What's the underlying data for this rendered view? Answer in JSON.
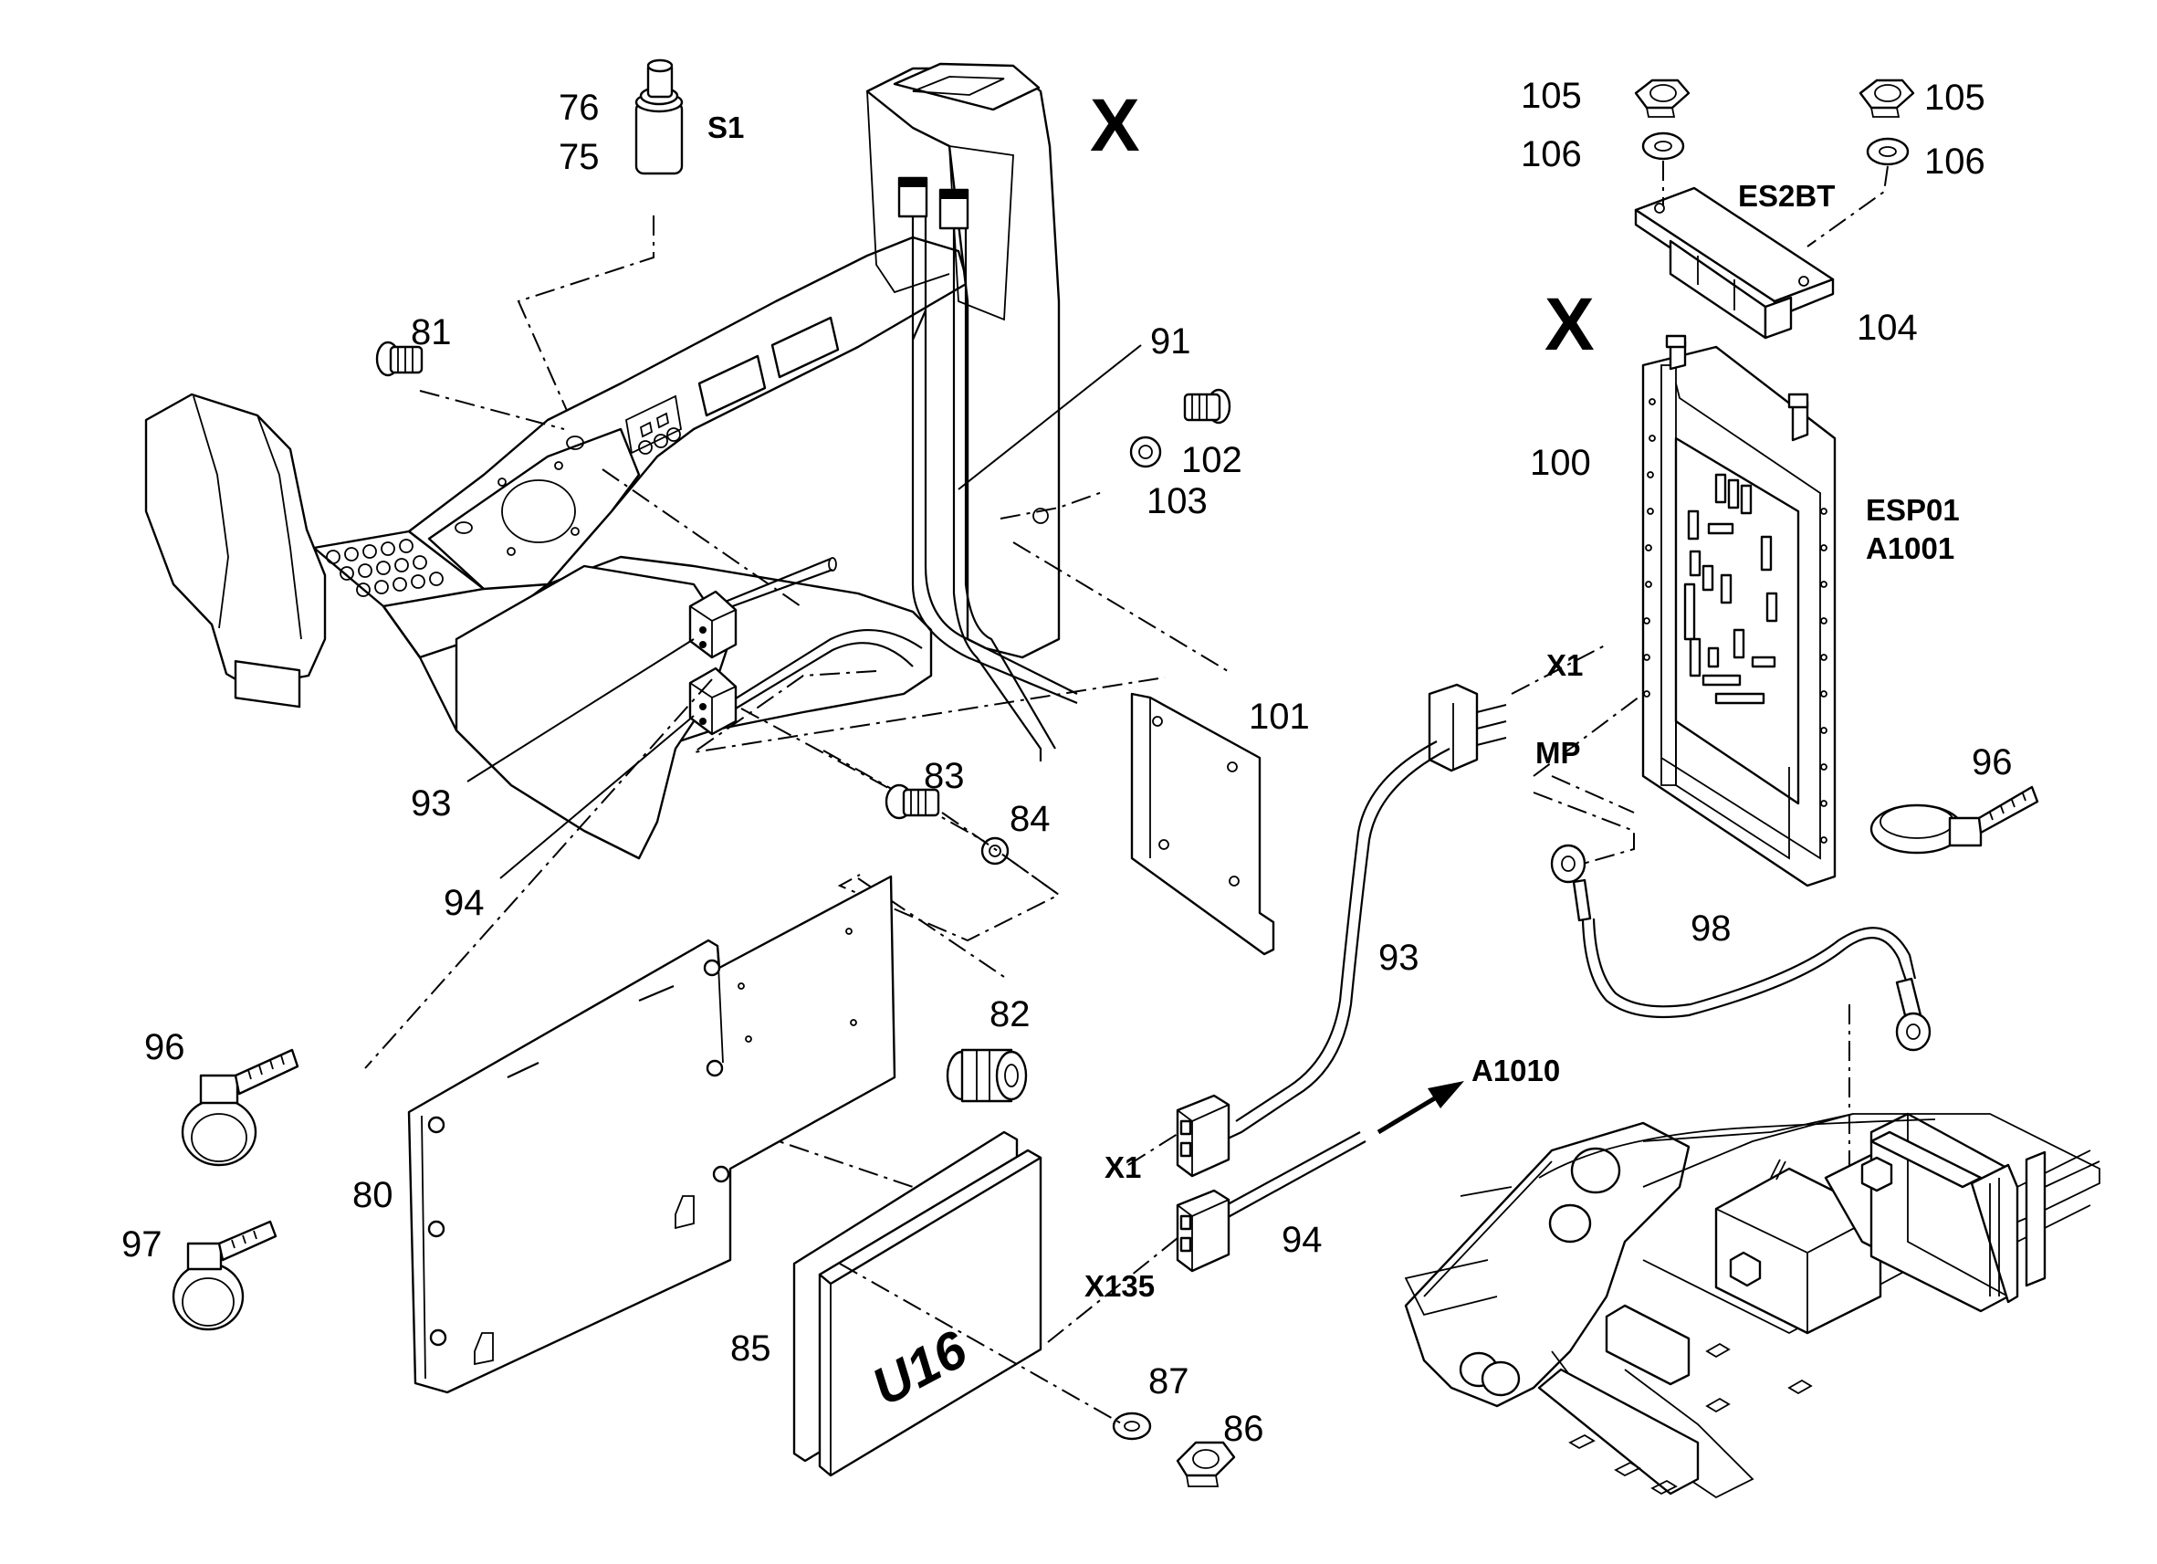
{
  "section_marks": {
    "left": "X",
    "right": "X"
  },
  "part_numbers": {
    "p76": "76",
    "p75": "75",
    "p81": "81",
    "p91": "91",
    "p102": "102",
    "p103": "103",
    "p93a": "93",
    "p94a": "94",
    "p83": "83",
    "p84": "84",
    "p101": "101",
    "p82": "82",
    "p96a": "96",
    "p97": "97",
    "p80": "80",
    "p85": "85",
    "p87": "87",
    "p86": "86",
    "p93b": "93",
    "p94b": "94",
    "p105a": "105",
    "p105b": "105",
    "p106a": "106",
    "p106b": "106",
    "p104": "104",
    "p100": "100",
    "p96b": "96",
    "p98": "98"
  },
  "component_codes": {
    "s1": "S1",
    "es2bt": "ES2BT",
    "esp01": "ESP01",
    "a1001": "A1001",
    "x1_board": "X1",
    "mp": "MP",
    "x1_plug": "X1",
    "x135": "X135",
    "a1010": "A1010"
  },
  "module_stamp": "U16",
  "colors": {
    "line": "#000000",
    "background": "#ffffff"
  }
}
